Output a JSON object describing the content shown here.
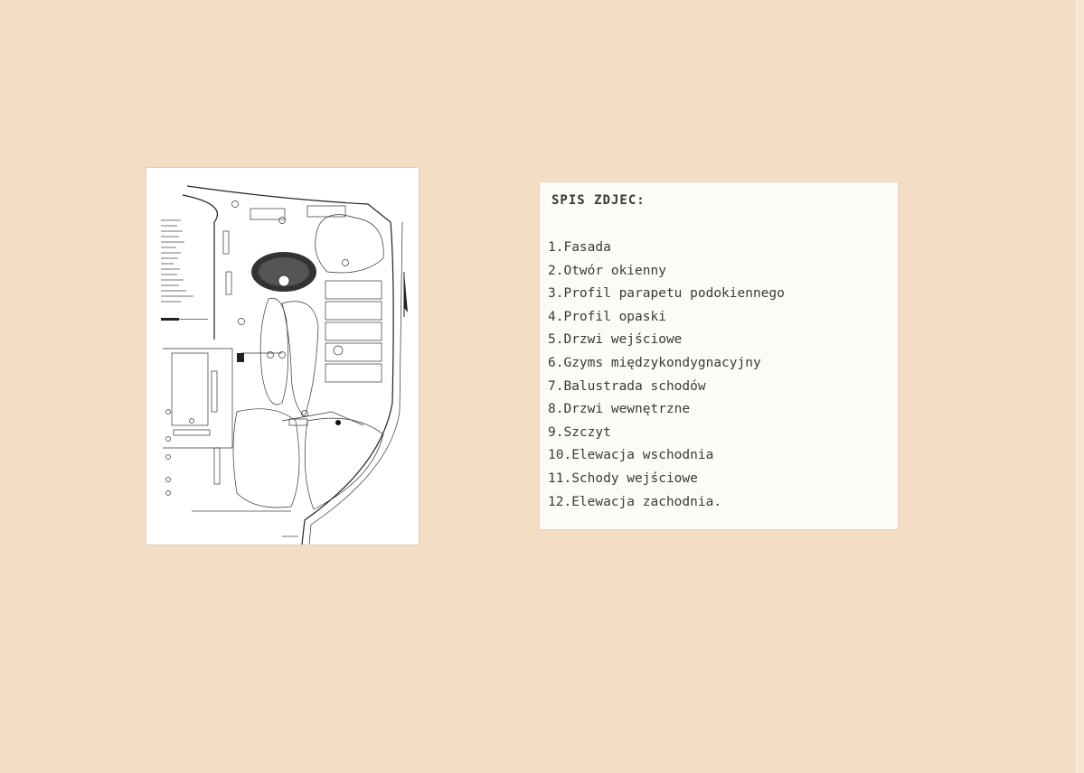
{
  "caption": {
    "title": "SPIS ZDJEC:",
    "items": [
      "1.Fasada",
      "2.Otwór okienny",
      "3.Profil parapetu podokiennego",
      "4.Profil opaski",
      "5.Drzwi wejściowe",
      "6.Gzyms międzykondygnacyjny",
      "7.Balustrada schodów",
      "8.Drzwi wewnętrzne",
      "9.Szczyt",
      "10.Elewacja wschodnia",
      "11.Schody wejściowe",
      "12.Elewacja zachodnia."
    ]
  },
  "map_photo": {
    "icons": [
      "north-arrow-icon",
      "scale-bar-icon"
    ]
  },
  "colors": {
    "board": "#f3ddc4",
    "card": "#fdfbf8",
    "ink": "#222222"
  }
}
